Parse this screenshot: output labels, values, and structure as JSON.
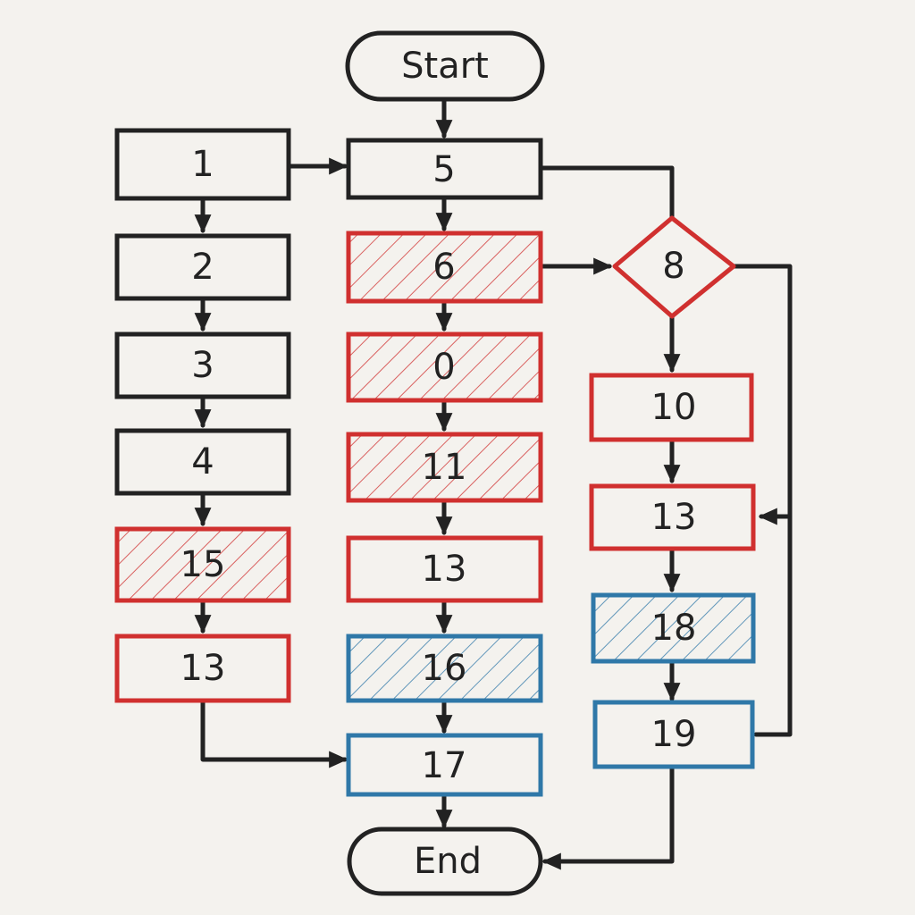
{
  "colors": {
    "background": "#f4f2ee",
    "black": "#222222",
    "red": "#d0302f",
    "blue": "#2f78a8"
  },
  "diagram": {
    "terminals": {
      "start": "Start",
      "end": "End"
    },
    "left_column": [
      "1",
      "2",
      "3",
      "4",
      "15",
      "13"
    ],
    "middle_column": [
      "5",
      "6",
      "0",
      "11",
      "13",
      "16",
      "17"
    ],
    "decision": "8",
    "right_column": [
      "10",
      "13",
      "18",
      "19"
    ],
    "node_styles": {
      "n1": {
        "color": "black",
        "hatched": false
      },
      "n2": {
        "color": "black",
        "hatched": false
      },
      "n3": {
        "color": "black",
        "hatched": false
      },
      "n4": {
        "color": "black",
        "hatched": false
      },
      "n15": {
        "color": "red",
        "hatched": true
      },
      "n13a": {
        "color": "red",
        "hatched": false
      },
      "n5": {
        "color": "black",
        "hatched": false
      },
      "n6": {
        "color": "red",
        "hatched": true
      },
      "n0": {
        "color": "red",
        "hatched": true
      },
      "n11": {
        "color": "red",
        "hatched": true
      },
      "n13b": {
        "color": "red",
        "hatched": false
      },
      "n16": {
        "color": "blue",
        "hatched": true
      },
      "n17": {
        "color": "blue",
        "hatched": false
      },
      "n8": {
        "color": "red",
        "hatched": false
      },
      "n10": {
        "color": "red",
        "hatched": false
      },
      "n13c": {
        "color": "red",
        "hatched": false
      },
      "n18": {
        "color": "blue",
        "hatched": true
      },
      "n19": {
        "color": "blue",
        "hatched": false
      }
    }
  }
}
